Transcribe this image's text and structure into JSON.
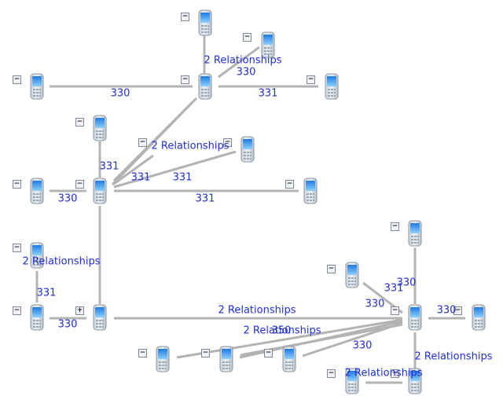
{
  "diagram": {
    "labels": {
      "r330": "330",
      "r331": "331",
      "r350": "350",
      "two": "2 Relationships"
    },
    "toggles": {
      "collapsed": "−",
      "expanded": "+"
    },
    "colors": {
      "edge": "#b3b3b3",
      "label": "#1f2fd6",
      "phone_screen": "#4aa3ff",
      "phone_body": "#e9eef3"
    }
  }
}
